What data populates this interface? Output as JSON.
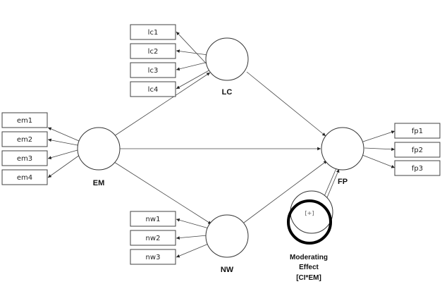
{
  "constructs": {
    "em": "EM",
    "lc": "LC",
    "nw": "NW",
    "fp": "FP"
  },
  "indicators": {
    "lc": [
      "lc1",
      "lc2",
      "lc3",
      "lc4"
    ],
    "em": [
      "em1",
      "em2",
      "em3",
      "em4"
    ],
    "nw": [
      "nw1",
      "nw2",
      "nw3"
    ],
    "fp": [
      "fp1",
      "fp2",
      "fp3"
    ]
  },
  "moderator": {
    "expand_symbol": "[+]",
    "label_line1": "Moderating",
    "label_line2": "Effect",
    "label_line3": "[CI*EM]"
  }
}
